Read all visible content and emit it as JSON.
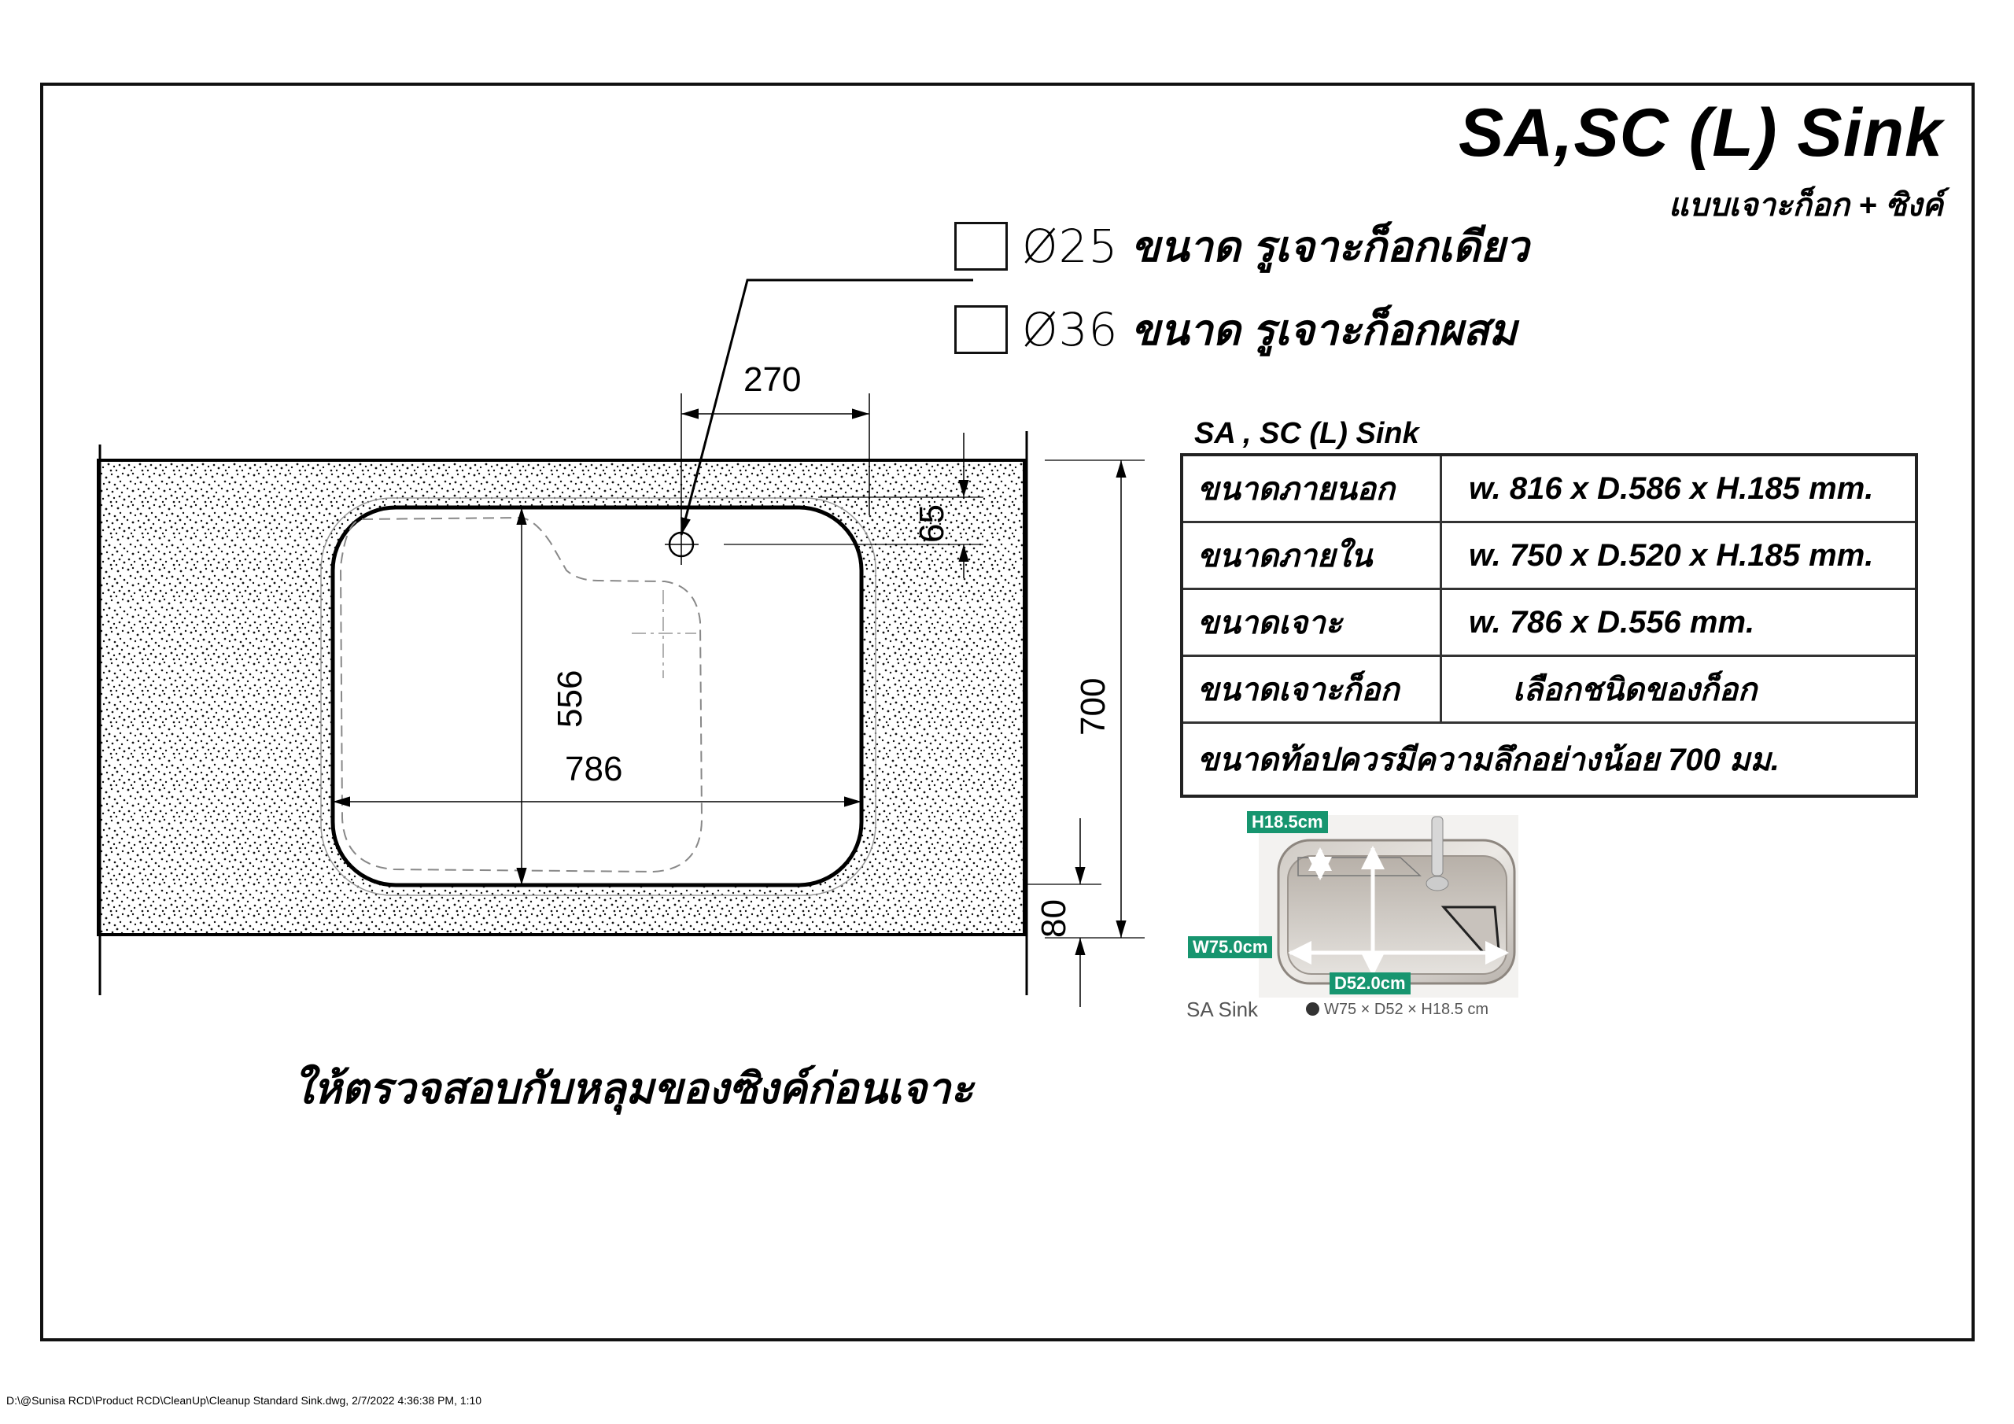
{
  "title": "SA,SC (L) Sink",
  "subtitle": "แบบเจาะก็อก + ซิงค์",
  "faucet_options": [
    {
      "diameter": "Ø25",
      "label": "ขนาด รูเจาะก็อกเดียว",
      "checked": false
    },
    {
      "diameter": "Ø36",
      "label": "ขนาด รูเจาะก็อกผสม",
      "checked": false
    }
  ],
  "drawing": {
    "units": "mm",
    "dimensions": {
      "faucet_offset": "270",
      "faucet_from_edge": "65",
      "cutout_depth": "556",
      "cutout_width": "786",
      "counter_depth": "700",
      "front_edge": "80"
    },
    "colors": {
      "line": "#000000",
      "hidden_line": "#888888"
    }
  },
  "spec_table": {
    "title": "SA , SC  (L) Sink",
    "rows": [
      {
        "label": "ขนาดภายนอก",
        "value": "w. 816 x D.586 x H.185 mm."
      },
      {
        "label": "ขนาดภายใน",
        "value": "w. 750 x D.520 x H.185 mm."
      },
      {
        "label": "ขนาดเจาะ",
        "value": "w. 786 x D.556 mm."
      },
      {
        "label": "ขนาดเจาะก็อก",
        "value": "เลือกชนิดของก็อก"
      }
    ],
    "footer_note": "ขนาดท้อปควรมีความลึกอย่างน้อย 700 มม."
  },
  "photo": {
    "tags": {
      "height": "H18.5cm",
      "width": "W75.0cm",
      "depth": "D52.0cm"
    },
    "caption_name": "SA Sink",
    "caption_dims": "W75 × D52 × H18.5 cm",
    "tag_color": "#17956f"
  },
  "note": "ให้ตรวจสอบกับหลุมของซิงค์ก่อนเจาะ",
  "footer": "D:\\@Sunisa RCD\\Product RCD\\CleanUp\\Cleanup Standard Sink.dwg, 2/7/2022 4:36:38 PM, 1:10"
}
